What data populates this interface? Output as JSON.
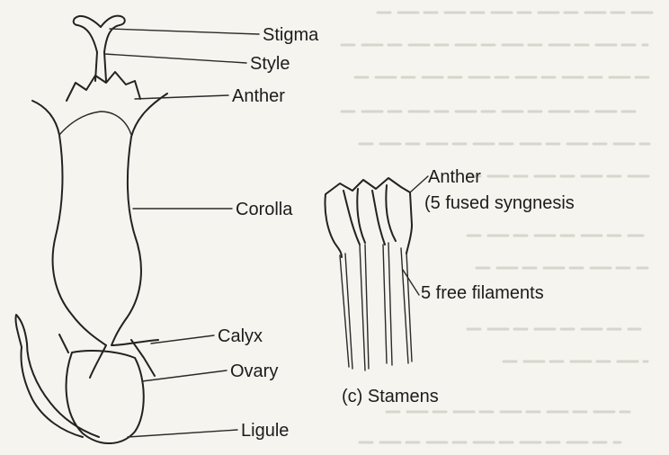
{
  "floret": {
    "labels": {
      "stigma": "Stigma",
      "style": "Style",
      "anther": "Anther",
      "corolla": "Corolla",
      "calyx": "Calyx",
      "ovary": "Ovary",
      "ligule": "Ligule"
    }
  },
  "stamens": {
    "labels": {
      "anther": "Anther",
      "fused": "(5 fused syngnesis",
      "filaments": "5 free filaments"
    },
    "caption": "(c) Stamens"
  }
}
